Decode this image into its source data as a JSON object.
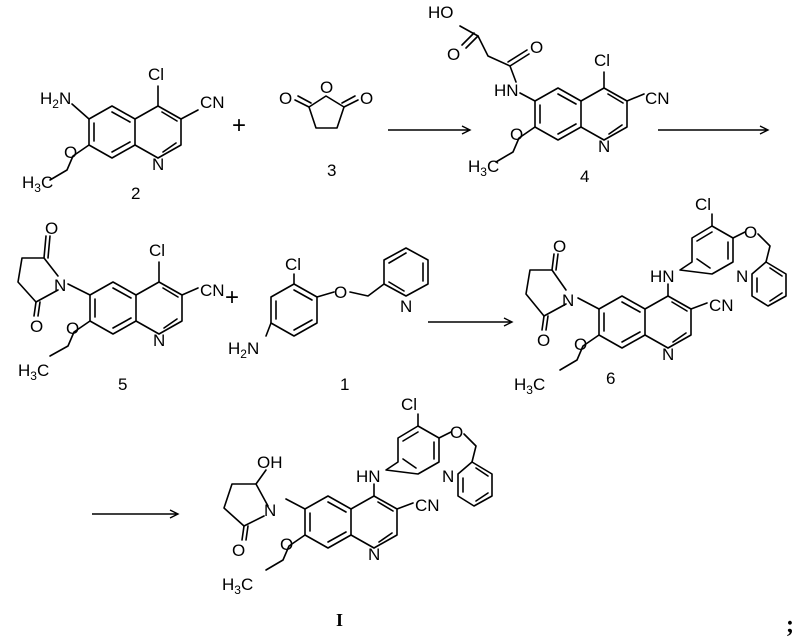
{
  "atoms": {
    "nh2": "H",
    "nh2_sub": "2",
    "nh2_n": "N",
    "cl": "Cl",
    "cn": "CN",
    "n": "N",
    "o": "O",
    "h3c": "H",
    "h3c_sub": "3",
    "h3c_c": "C",
    "ho": "HO",
    "oh": "OH",
    "hn": "HN",
    "hn_center": "HN"
  },
  "compounds": {
    "c2": "2",
    "c3": "3",
    "c4": "4",
    "c5": "5",
    "c1": "1",
    "c6": "6",
    "cI": "I"
  },
  "symbols": {
    "plus": "+",
    "terminator": ";"
  }
}
